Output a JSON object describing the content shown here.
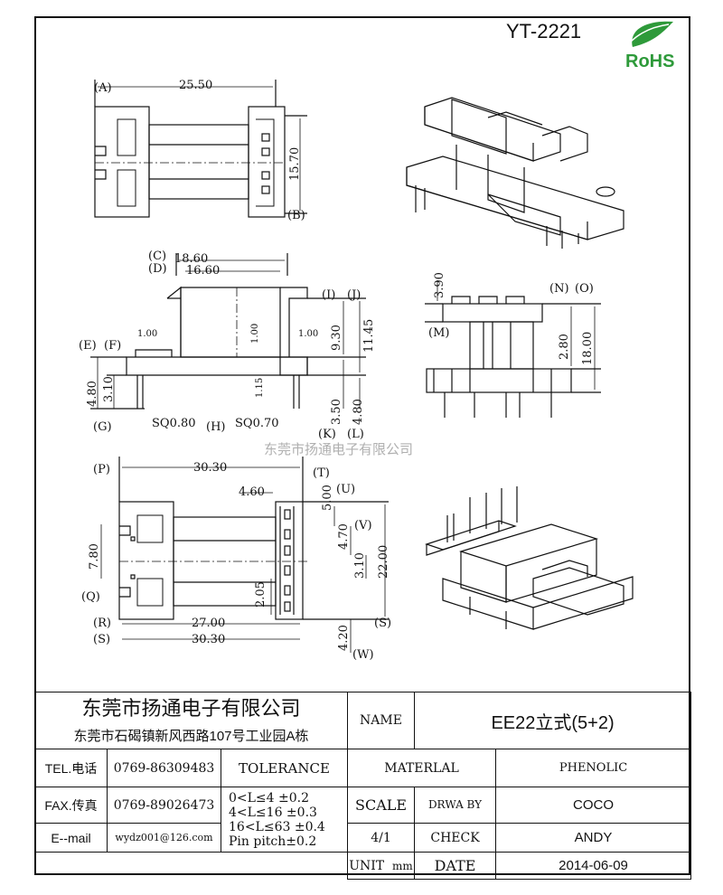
{
  "header": {
    "part_number": "YT-2221",
    "rohs": "RoHS"
  },
  "watermark": "东莞市扬通电子有限公司",
  "dims": {
    "A": "A",
    "B": "B",
    "C": "C",
    "D": "D",
    "E": "E",
    "F": "F",
    "G": "G",
    "H": "H",
    "I": "I",
    "J": "J",
    "K": "K",
    "L": "L",
    "M": "M",
    "N": "N",
    "O": "O",
    "P": "P",
    "Q": "Q",
    "R": "R",
    "S": "S",
    "T": "T",
    "U": "U",
    "V": "V",
    "W": "W",
    "v25_50": "25.50",
    "v15_70": "15.70",
    "v18_60": "18.60",
    "v16_60": "16.60",
    "v1_00a": "1.00",
    "v1_00b": "1.00",
    "v1_00c": "1.00",
    "v9_30": "9.30",
    "v11_45": "11.45",
    "v4_80a": "4.80",
    "v3_10a": "3.10",
    "v1_15": "1.15",
    "v3_50": "3.50",
    "v4_80b": "4.80",
    "sq080": "SQ0.80",
    "sq070": "SQ0.70",
    "v3_90": "3.90",
    "v2_80": "2.80",
    "v18_00": "18.00",
    "v30_30a": "30.30",
    "v4_60": "4.60",
    "v5_00": "5.00",
    "v4_70": "4.70",
    "v3_10b": "3.10",
    "v22_00": "22.00",
    "v7_80": "7.80",
    "v2_05": "2.05",
    "v27_00": "27.00",
    "v30_30b": "30.30",
    "v4_20": "4.20"
  },
  "title_block": {
    "company_name": "东莞市扬通电子有限公司",
    "company_address": "东莞市石碣镇新风西路107号工业园A栋",
    "name_label": "NAME",
    "name_value": "EE22立式(5+2)",
    "tel_label": "TEL.电话",
    "tel_value": "0769-86309483",
    "fax_label": "FAX.传真",
    "fax_value": "0769-89026473",
    "email_label": "E--mail",
    "email_value": "wydz001@126.com",
    "tolerance_label": "TOLERANCE",
    "tolerance_1": "0<L≤4   ±0.2",
    "tolerance_2": "4<L≤16  ±0.3",
    "tolerance_3": "16<L≤63 ±0.4",
    "tolerance_4": "Pin pitch±0.2",
    "material_label": "MATERLAL",
    "material_value": "PHENOLIC",
    "scale_label": "SCALE",
    "scale_value": "4/1",
    "drawn_label": "DRWA BY",
    "drawn_value": "COCO",
    "check_label": "CHECK",
    "check_value": "ANDY",
    "unit_label": "UNIT",
    "unit_value": "mm",
    "date_label": "DATE",
    "date_value": "2014-06-09"
  },
  "colors": {
    "line": "#111111",
    "rohs_green": "#2e9a3a",
    "watermark": "#b0b0b0"
  }
}
